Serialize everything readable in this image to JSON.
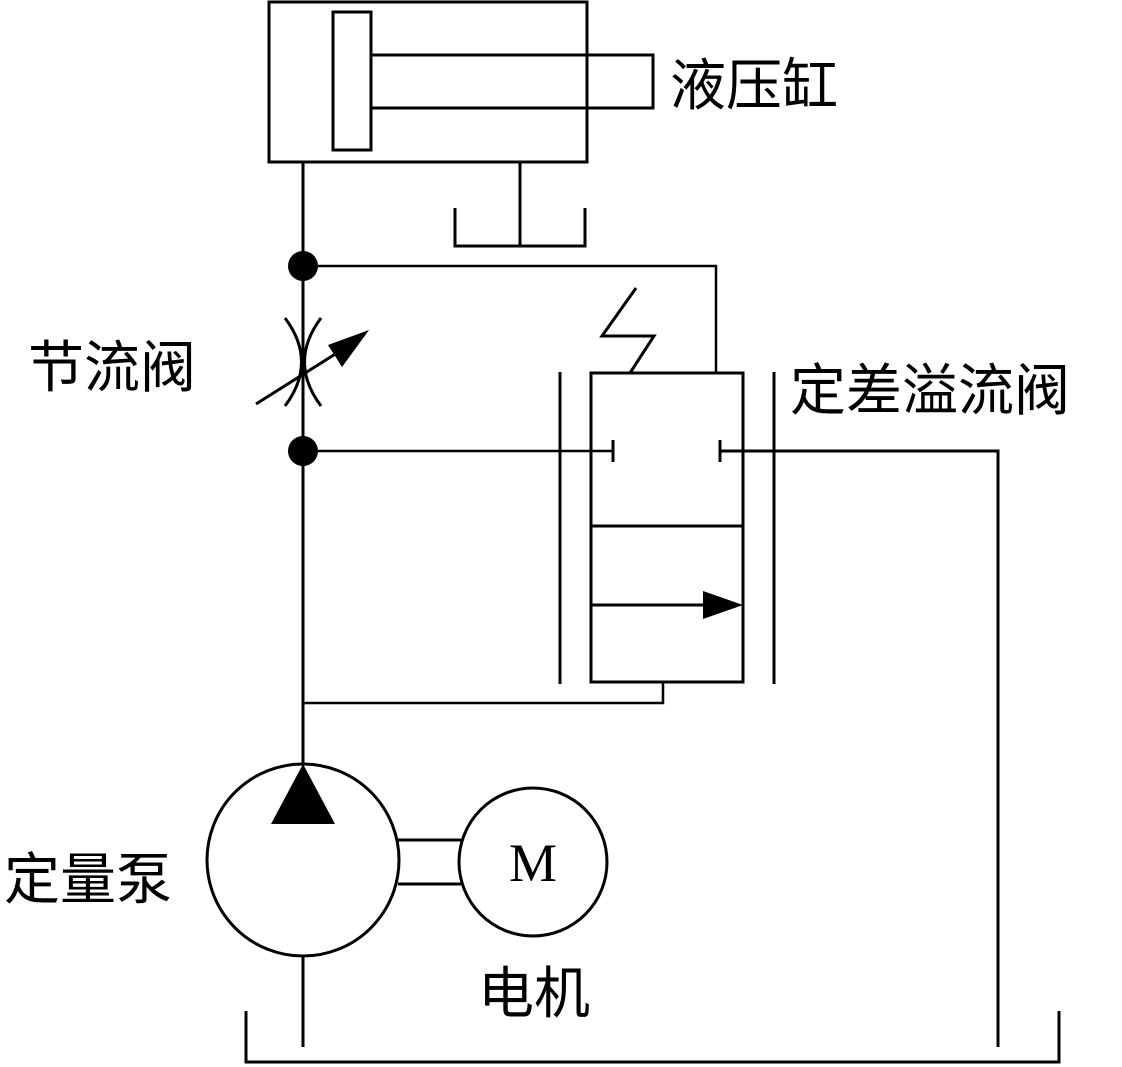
{
  "labels": {
    "cylinder": "液压缸",
    "throttle_valve": "节流阀",
    "relief_valve": "定差溢流阀",
    "pump": "定量泵",
    "motor": "电机",
    "motor_symbol": "M"
  },
  "colors": {
    "line": "#000000",
    "background": "#ffffff"
  }
}
